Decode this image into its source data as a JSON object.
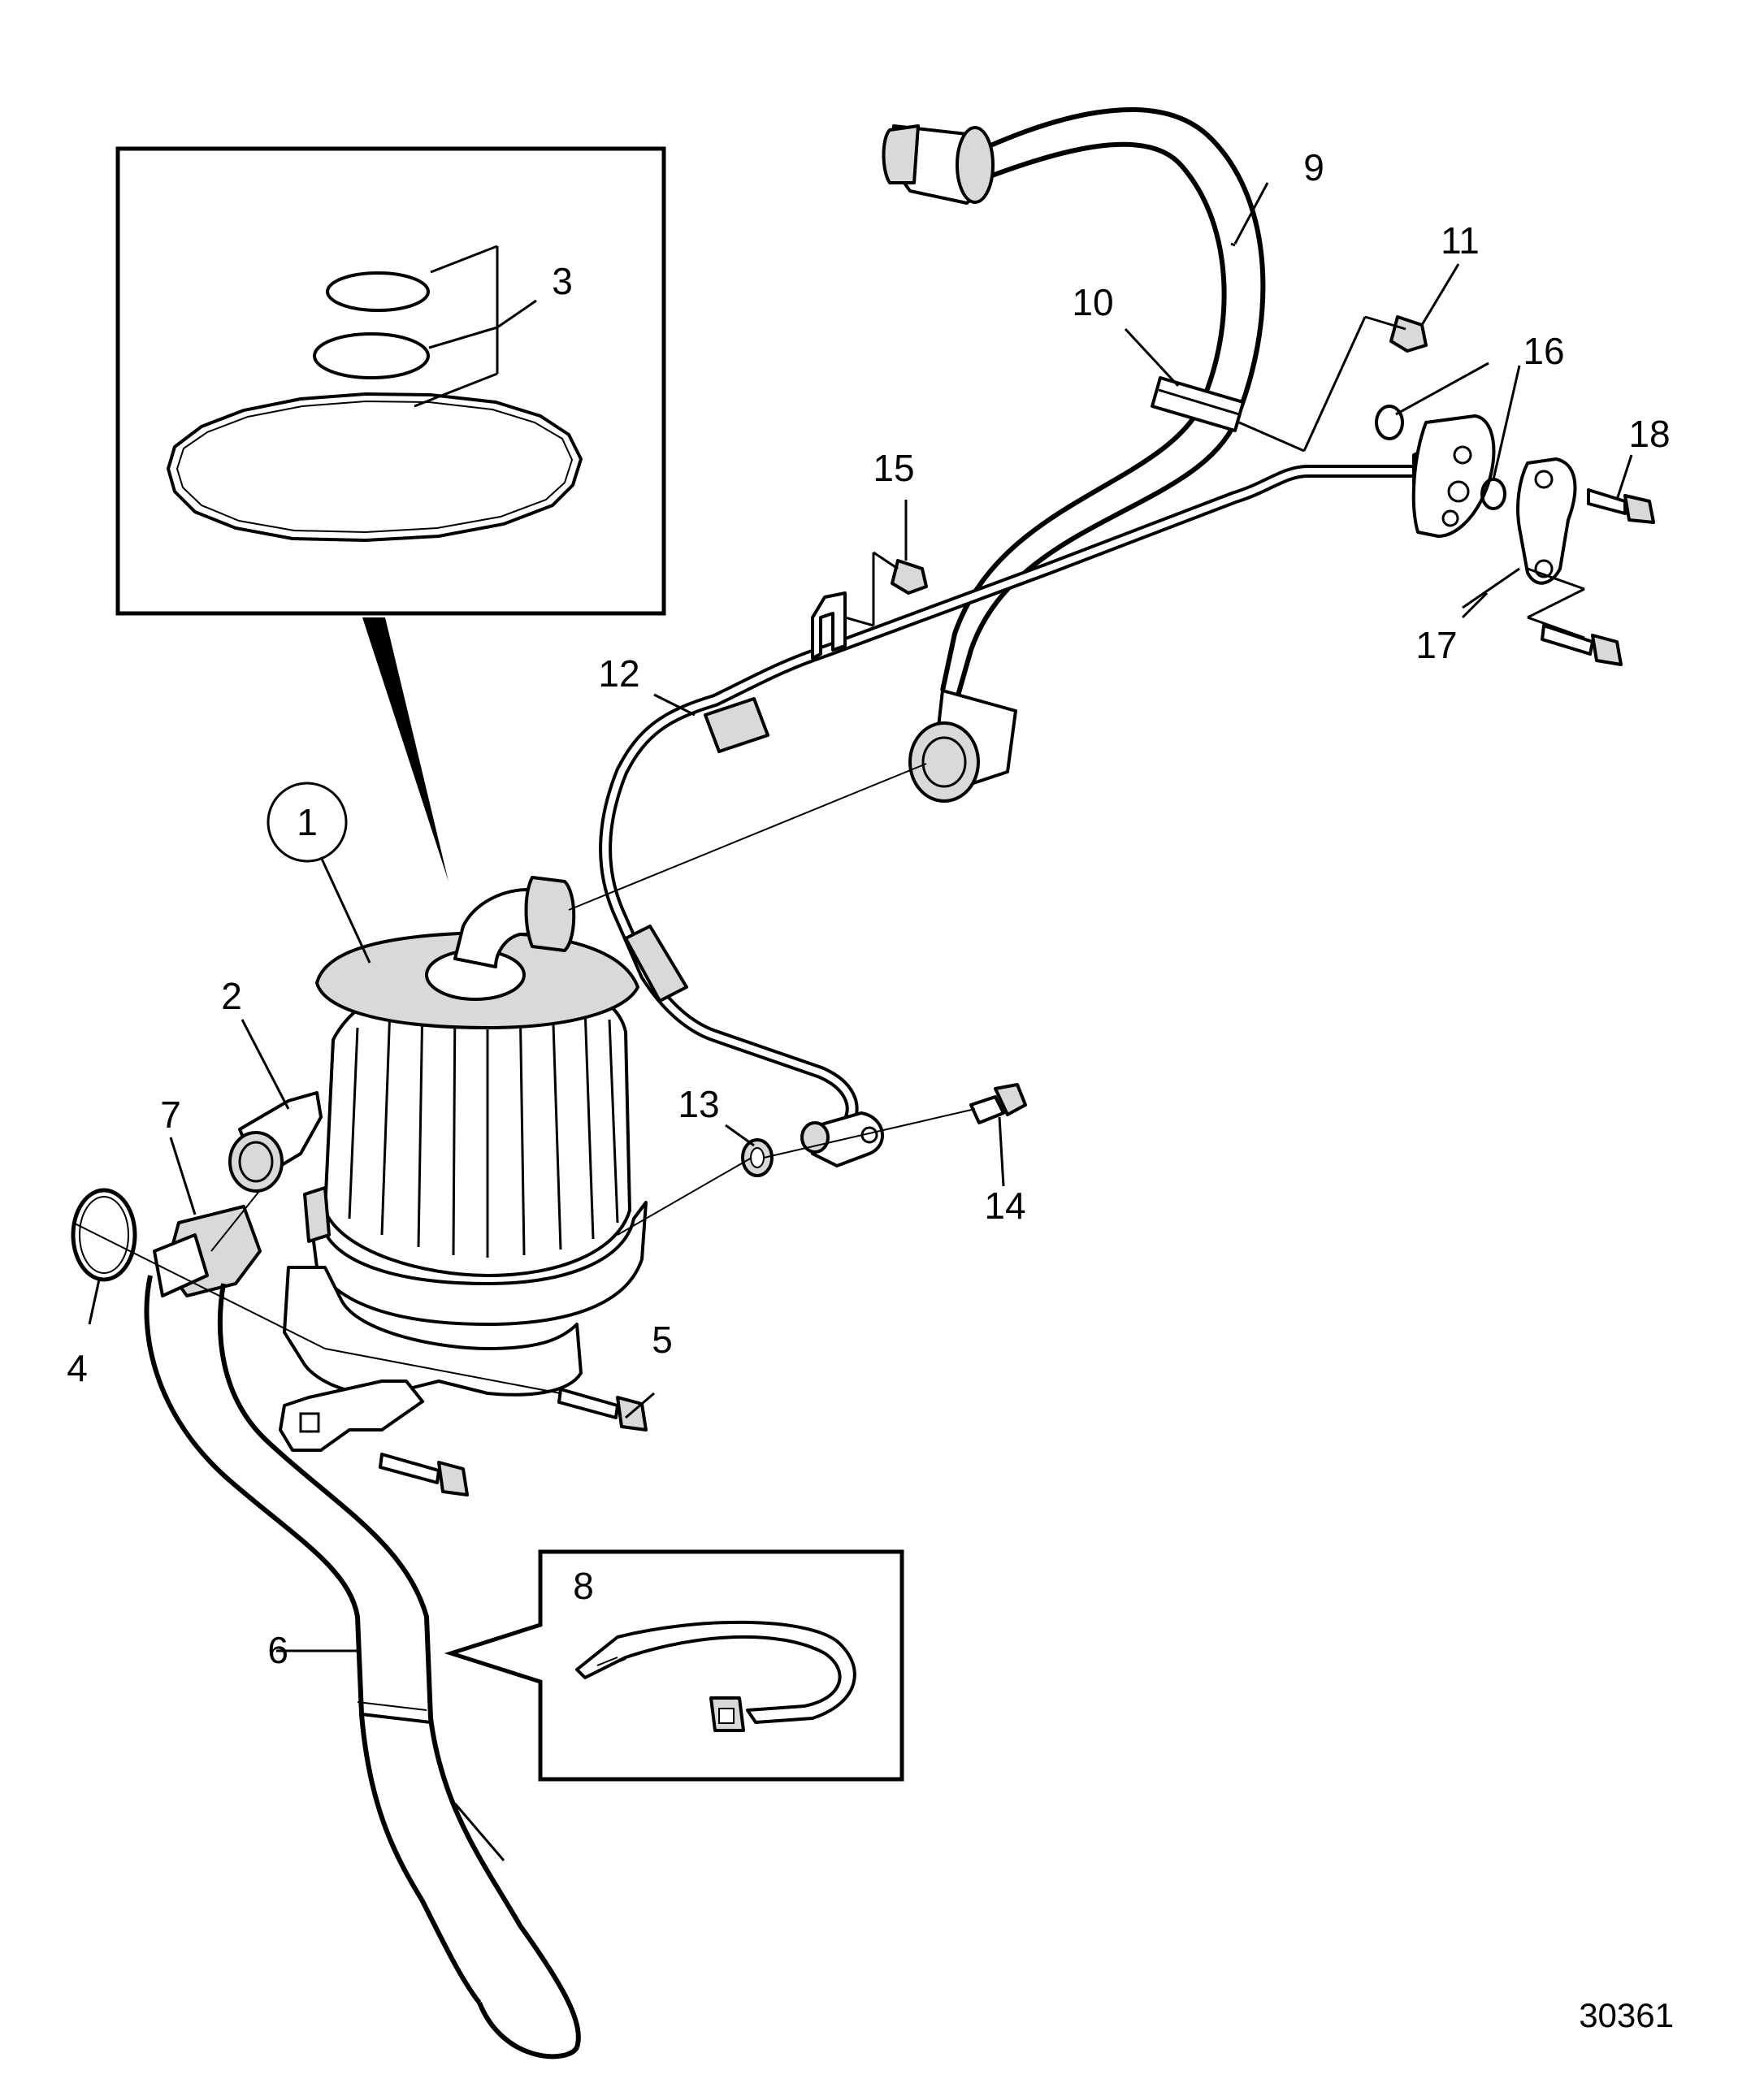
{
  "figure_number": "30361",
  "callouts": {
    "c1": "1",
    "c2": "2",
    "c3": "3",
    "c4": "4",
    "c5": "5",
    "c6": "6",
    "c7": "7",
    "c8": "8",
    "c9": "9",
    "c10": "10",
    "c11": "11",
    "c12": "12",
    "c13": "13",
    "c14": "14",
    "c15": "15",
    "c16": "16",
    "c17": "17",
    "c18": "18"
  },
  "colors": {
    "line": "#000000",
    "background": "#ffffff",
    "shade": "#d9d9d9"
  }
}
